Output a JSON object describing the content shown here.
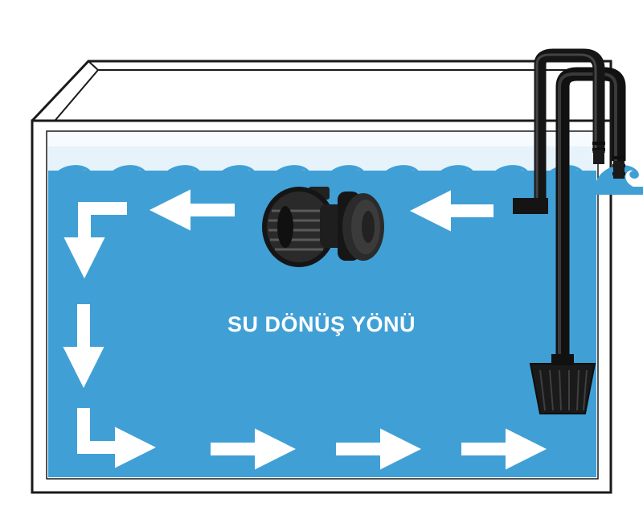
{
  "diagram": {
    "caption": "SU DÖNÜŞ YÖNÜ",
    "colors": {
      "water": "#40a0d6",
      "wave_highlight": "#e6f3fb",
      "arrow": "#ffffff",
      "glass_outline": "#1a1a1a",
      "equipment": "#1c1c1c"
    },
    "flow": {
      "top_row": "leftward",
      "left_column": "downward",
      "bottom_row": "rightward"
    },
    "icons": [
      "wave-pump-icon",
      "filter-pipe-icon",
      "flow-arrow-icon"
    ]
  }
}
